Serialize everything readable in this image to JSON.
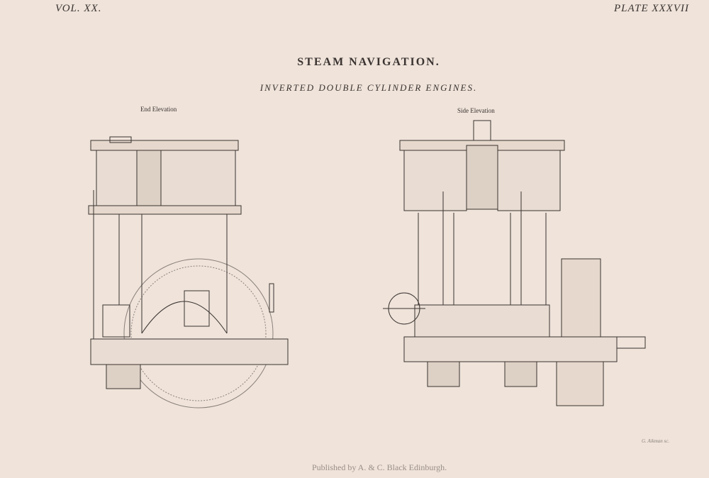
{
  "header": {
    "volume": "VOL. XX.",
    "plate": "PLATE XXXVII"
  },
  "title": "STEAM NAVIGATION.",
  "subtitle": "INVERTED DOUBLE CYLINDER ENGINES.",
  "figures": {
    "end_label": "End Elevation",
    "side_label": "Side Elevation"
  },
  "footer": {
    "publisher": "Published by A. & C. Black Edinburgh.",
    "engraver": "G. Aikman sc."
  },
  "colors": {
    "paper": "#efe3da",
    "ink": "#3a3330"
  }
}
